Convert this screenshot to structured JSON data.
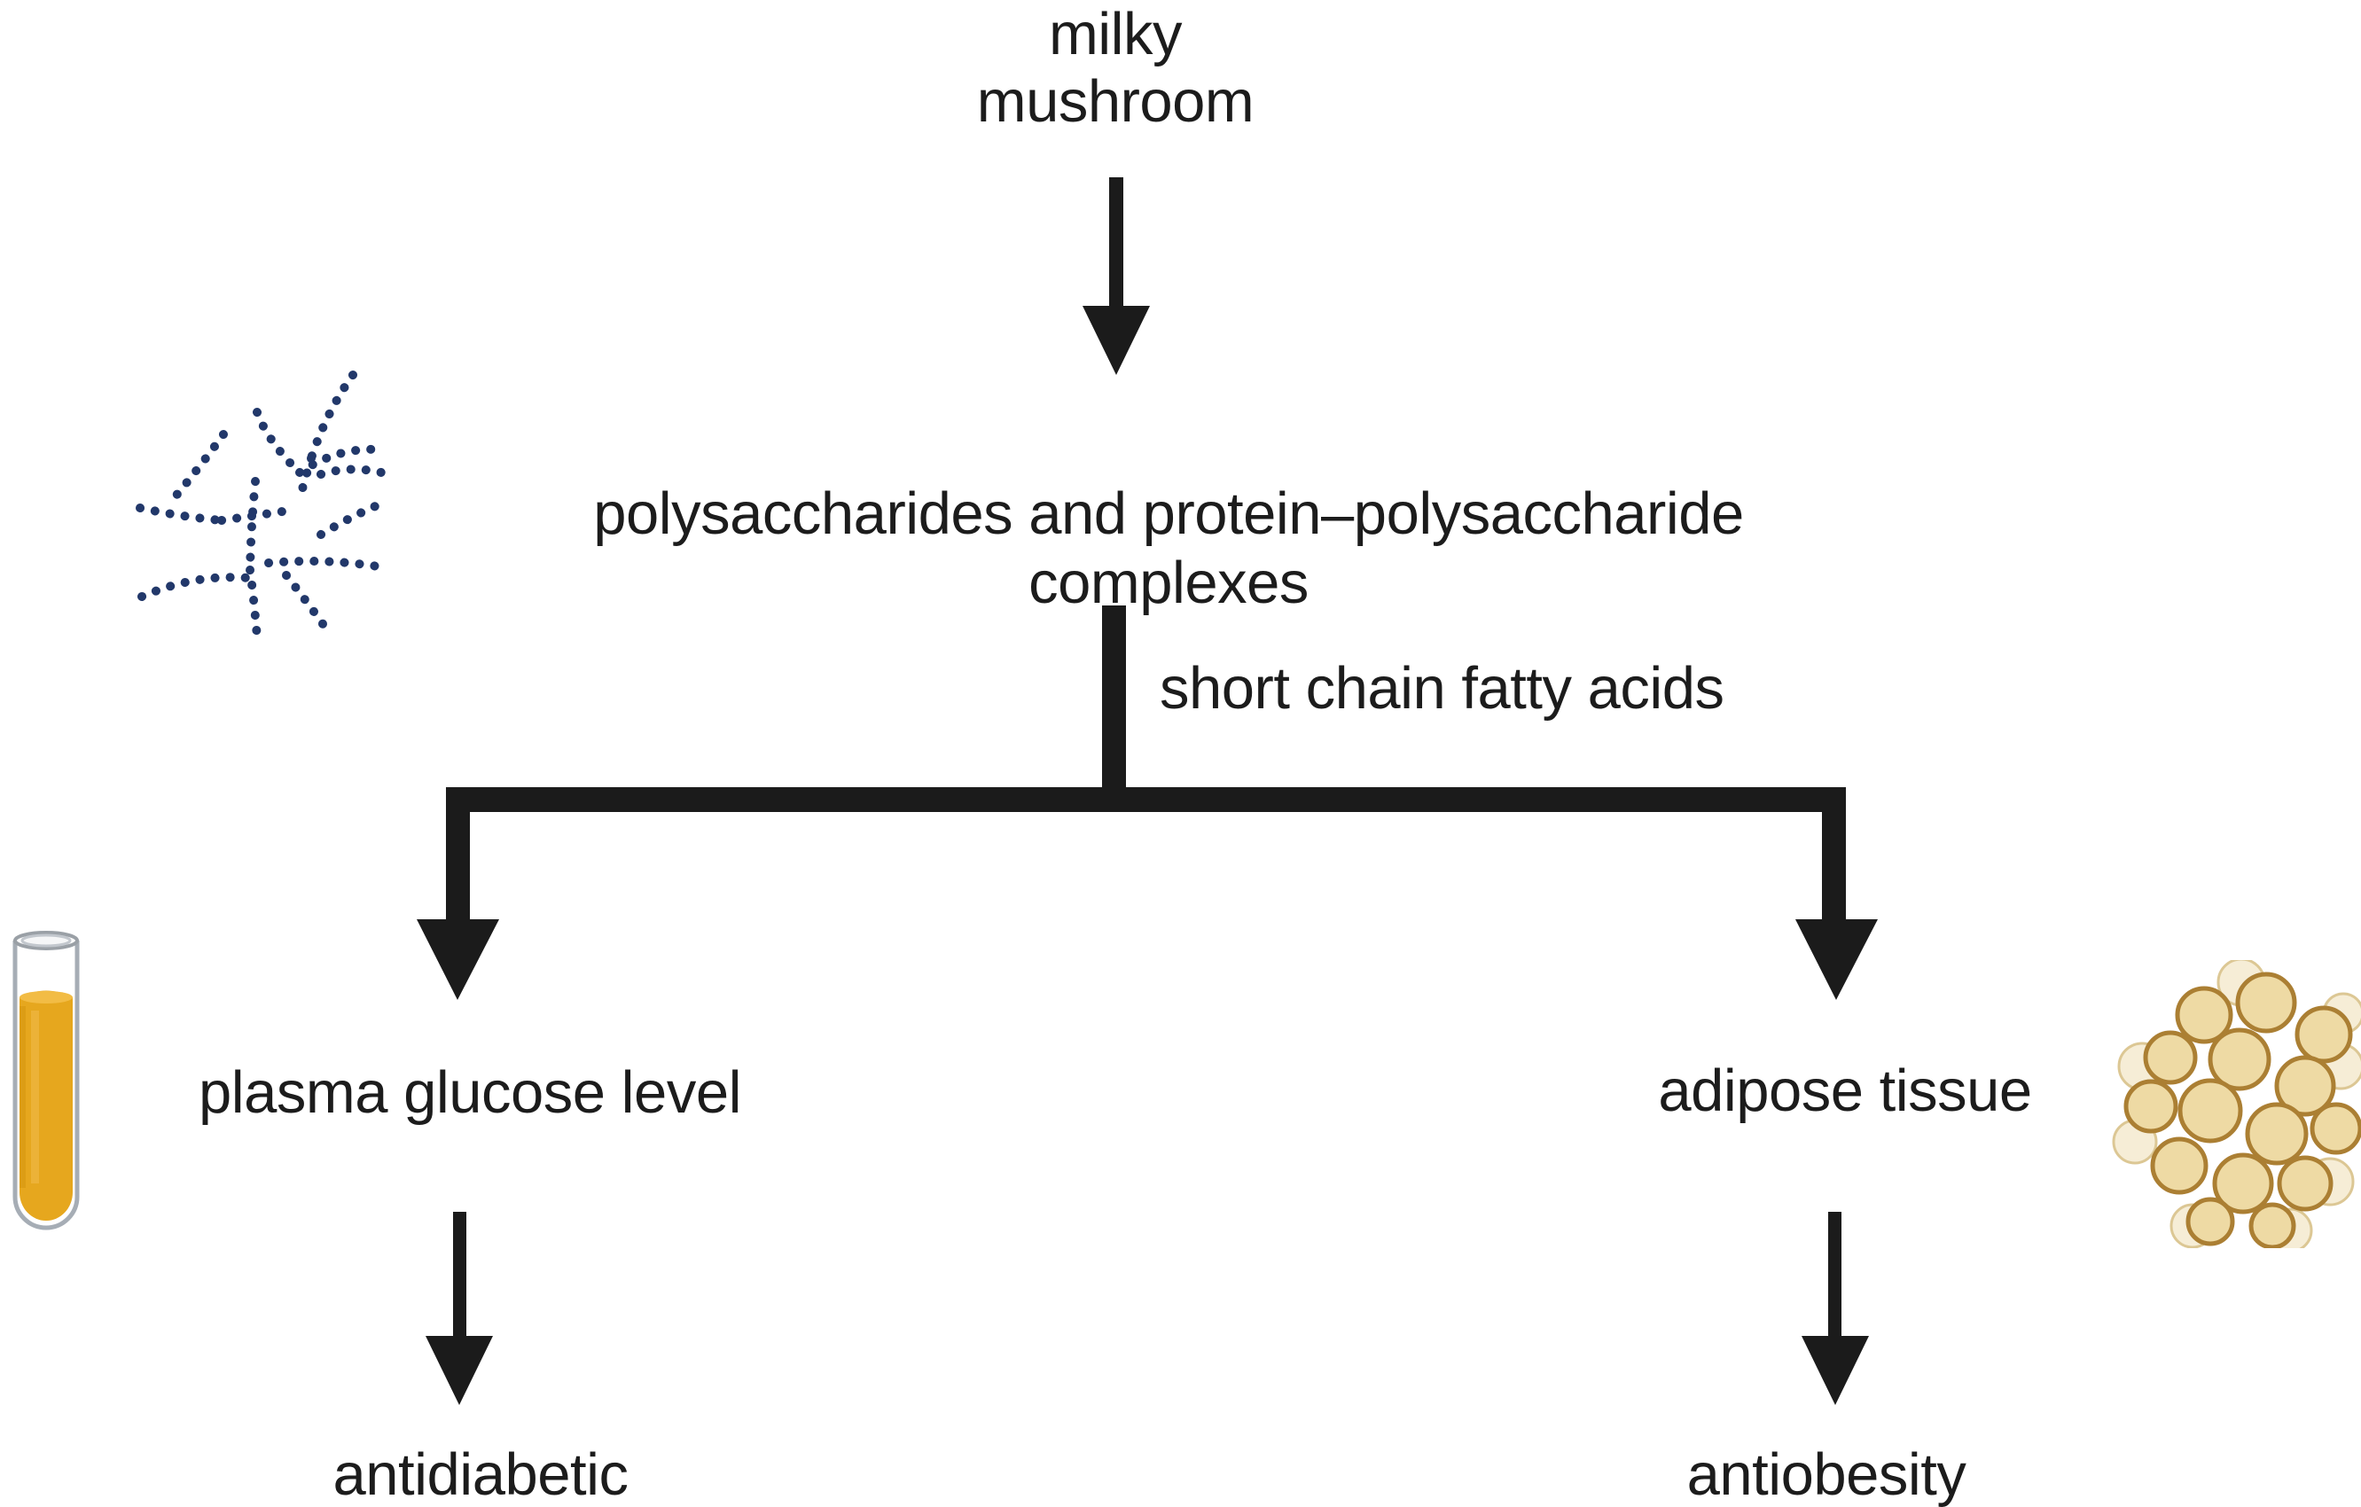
{
  "figure": {
    "nodes": {
      "source": "milky\nmushroom",
      "compounds": "polysaccharides and protein–polysaccharide complexes",
      "mediator": "short chain fatty acids",
      "left_target": "plasma glucose level",
      "right_target": "adipose tissue",
      "left_outcome": "antidiabetic",
      "right_outcome": "antiobesity"
    },
    "icons": {
      "polymer": "polysaccharide-polymer",
      "test_tube": "plasma-sample-test-tube",
      "adipose": "adipose-tissue-cells"
    }
  },
  "colors": {
    "background": "#ffffff",
    "text": "#1c1c1c",
    "arrow": "#1b1b1b",
    "polymer_dot": "#22386a",
    "tube_glass": "#a6adb5",
    "tube_liquid": "#e6a71e",
    "tube_meniscus": "#f2bc45",
    "fat_cell_fill": "#eedaa4",
    "fat_cell_stroke": "#ab7f33",
    "fat_cell_light": "#f6edd6"
  }
}
